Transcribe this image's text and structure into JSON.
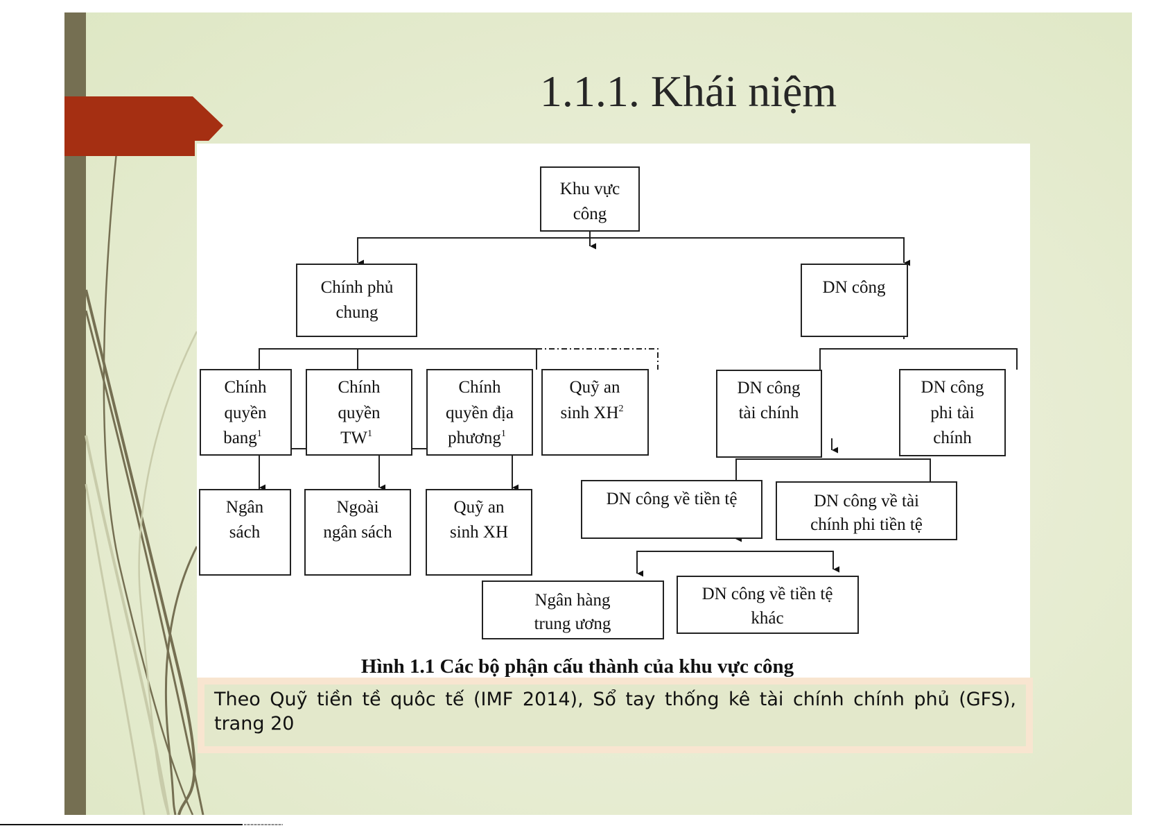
{
  "slide": {
    "title": "1.1.1. Khái niệm",
    "colors": {
      "background": "#e8edd4",
      "olive_bar": "#756f52",
      "banner": "#a52f12",
      "source_fill": "#e3e8cb",
      "source_border": "#f8e5d0"
    }
  },
  "diagram": {
    "nodes": {
      "public_sector": [
        "Khu vực",
        "công"
      ],
      "general_government": [
        "Chính phủ",
        "chung"
      ],
      "public_corporations": [
        "DN công"
      ],
      "state_government": [
        "Chính",
        "quyền",
        "bang",
        "1"
      ],
      "central_government": [
        "Chính",
        "quyền",
        "TW",
        "1"
      ],
      "local_government": [
        "Chính",
        "quyền địa",
        "phương",
        "1"
      ],
      "social_security_funds": [
        "Quỹ an",
        "sinh XH",
        "2"
      ],
      "financial_public_corporations": [
        "DN công",
        "tài chính"
      ],
      "nonfinancial_public_corporations": [
        "DN công",
        "phi tài",
        "chính"
      ],
      "budgetary": [
        "Ngân",
        "sách"
      ],
      "extrabudgetary": [
        "Ngoài",
        "ngân sách"
      ],
      "social_security_sub": [
        "Quỹ an",
        "sinh XH"
      ],
      "monetary_public_corporations": [
        "DN công về tiền tệ"
      ],
      "nonmonetary_financial_public_corporations": [
        "DN công về tài",
        "chính phi tiền tệ"
      ],
      "central_bank": [
        "Ngân hàng",
        "trung ương"
      ],
      "other_monetary_public_corporations": [
        "DN công về tiền tệ",
        "khác"
      ]
    },
    "figure_caption": "Hình 1.1  Các bộ phận cấu thành của khu vực công"
  },
  "source_note": "Theo Quỹ tiền tề quôc tế (IMF 2014), Sổ tay thống kê tài chính chính phủ (GFS), trang 20"
}
